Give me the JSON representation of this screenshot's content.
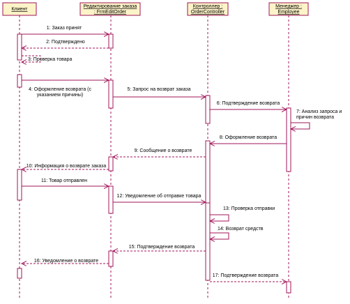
{
  "colors": {
    "line": "#a0155a",
    "header_fill": "#fdf3c8",
    "activation_fill": "#ffffff"
  },
  "participants": [
    {
      "id": "client",
      "lines": [
        "Клиент"
      ]
    },
    {
      "id": "form",
      "lines": [
        "Редактирование заказа",
        ": FrmEditOrder"
      ]
    },
    {
      "id": "controller",
      "lines": [
        "Контроллер :",
        "OrderController"
      ]
    },
    {
      "id": "manager",
      "lines": [
        "Менеджер :",
        "Employee"
      ]
    }
  ],
  "messages": [
    {
      "lines": [
        "1: Заказ принят"
      ],
      "kind": "call"
    },
    {
      "lines": [
        "2: Подтверждено"
      ],
      "kind": "return"
    },
    {
      "lines": [
        "3: Проверка товара"
      ],
      "kind": "return"
    },
    {
      "lines": [
        "4: Оформление возврата (с",
        "указанием причины)"
      ],
      "kind": "call"
    },
    {
      "lines": [
        "5: Запрос на возврат заказа"
      ],
      "kind": "call"
    },
    {
      "lines": [
        "6: Подтверждение возврата"
      ],
      "kind": "call"
    },
    {
      "lines": [
        "7: Анализ запроса и",
        "причин возврата"
      ],
      "kind": "self"
    },
    {
      "lines": [
        "8: Оформление возврата"
      ],
      "kind": "call"
    },
    {
      "lines": [
        "9: Сообщение о возврате"
      ],
      "kind": "return"
    },
    {
      "lines": [
        "10: Информация о возврате заказа"
      ],
      "kind": "return"
    },
    {
      "lines": [
        "11: Товар отправлен"
      ],
      "kind": "call"
    },
    {
      "lines": [
        "12: Уведомление об отправке товара"
      ],
      "kind": "call"
    },
    {
      "lines": [
        "13: Проверка отправки"
      ],
      "kind": "self"
    },
    {
      "lines": [
        "14: Возврат средств"
      ],
      "kind": "self"
    },
    {
      "lines": [
        "15: Подтверждение возврата"
      ],
      "kind": "return"
    },
    {
      "lines": [
        "16: Уведомление о возврате"
      ],
      "kind": "return"
    },
    {
      "lines": [
        "17: Подтверждение возврата"
      ],
      "kind": "return"
    }
  ]
}
